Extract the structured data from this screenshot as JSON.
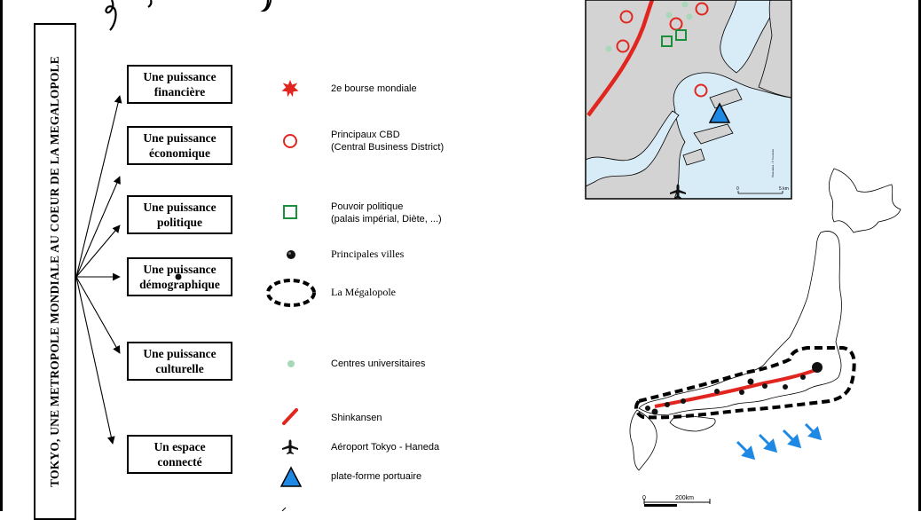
{
  "title_fragment": "g , ,",
  "vertical_title": "TOKYO, UNE METROPOLE MONDIALE AU COEUR DE LA MEGALOPOLE",
  "power_boxes": [
    {
      "line1": "Une puissance",
      "line2": "financière"
    },
    {
      "line1": "Une puissance",
      "line2": "économique"
    },
    {
      "line1": "Une puissance",
      "line2": "politique"
    },
    {
      "line1": "Une puissance",
      "line2": "démographique"
    },
    {
      "line1": "Une puissance",
      "line2": "culturelle"
    },
    {
      "line1": "Un espace",
      "line2": "connecté"
    }
  ],
  "legend": {
    "bourse": "2e bourse mondiale",
    "cbd_line1": "Principaux CBD",
    "cbd_line2": "(Central Business District)",
    "pouvoir_line1": "Pouvoir politique",
    "pouvoir_line2": "(palais impérial, Diète, ...)",
    "villes": "Principales villes",
    "megalopole": "La Mégalopole",
    "universites": "Centres universitaires",
    "shinkansen": "Shinkansen",
    "aeroport": "Aéroport Tokyo - Haneda",
    "port": "plate-forme portuaire"
  },
  "tokyo_map": {
    "scale_start": "0",
    "scale_end": "5 km",
    "credit": "©Géoatlas - © Tourisme"
  },
  "japan_map": {
    "scale_start": "0",
    "scale_end": "200km"
  },
  "colors": {
    "red": "#e0261f",
    "green": "#1a8f3c",
    "blue": "#1e88e5",
    "water": "#d8ecf8",
    "land": "#d3d3d3",
    "university": "#a8d8b9"
  },
  "icons": [
    "star-icon",
    "circle-icon",
    "square-icon",
    "dot-icon",
    "dashed-ellipse-icon",
    "green-dot-icon",
    "red-line-icon",
    "plane-icon",
    "triangle-icon",
    "arrow-icon"
  ]
}
